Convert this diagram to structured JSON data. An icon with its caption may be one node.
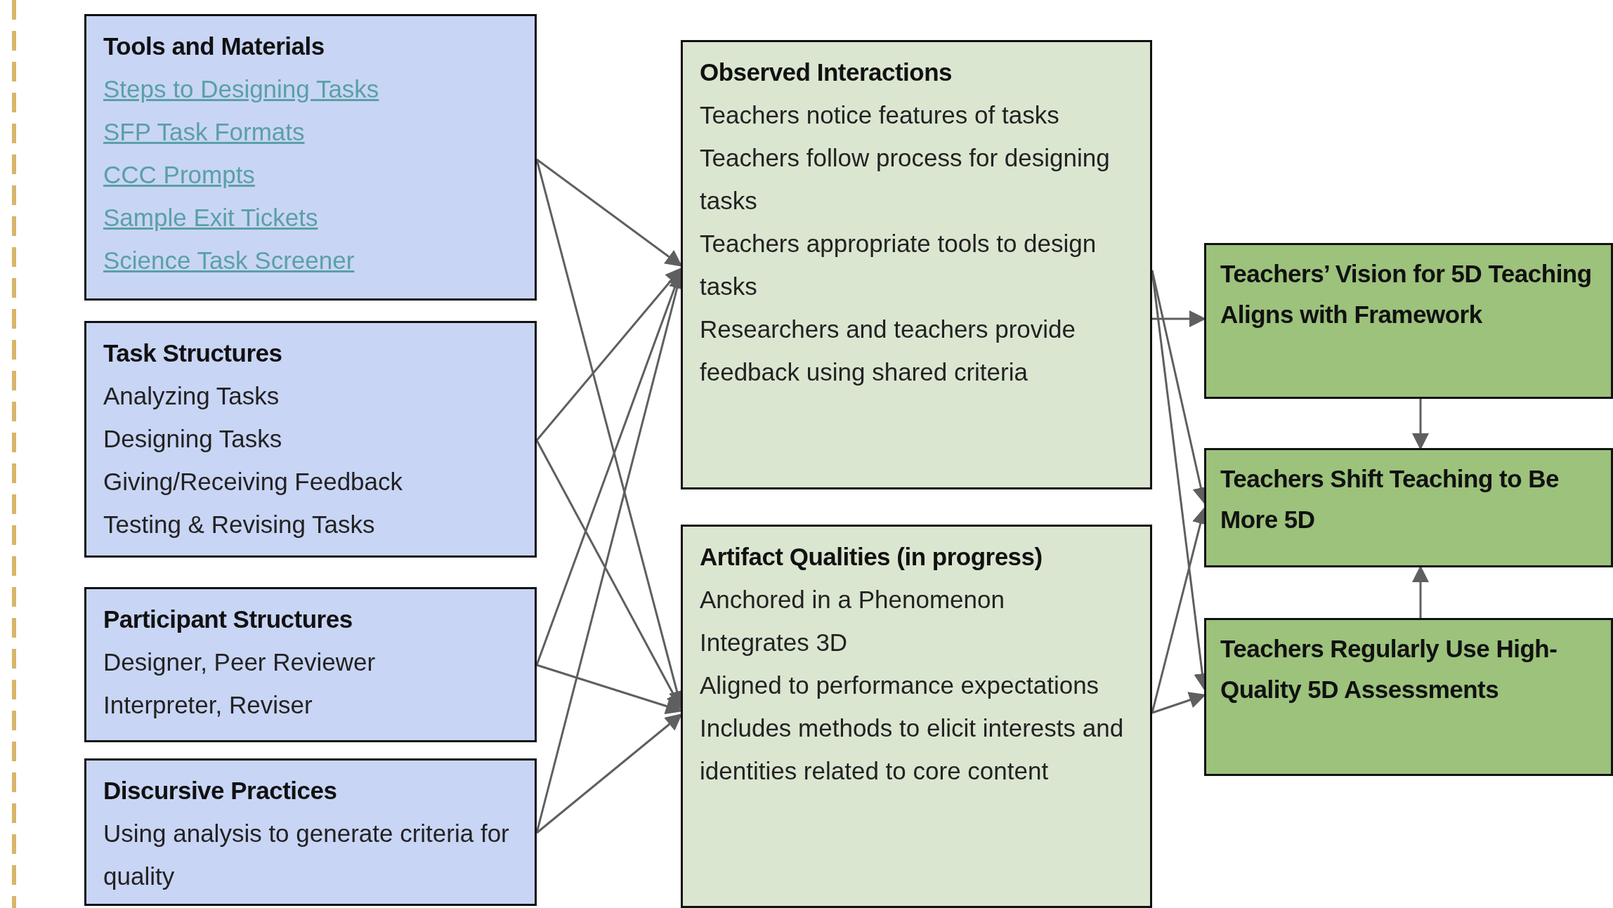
{
  "diagram": {
    "nodes": [
      {
        "text": [
          "Tools and Materials",
          "Steps to Designing Tasks",
          "SFP Task Formats",
          "CCC Prompts",
          "Sample Exit Tickets",
          "Science Task Screener"
        ]
      },
      {
        "text": [
          "Task Structures",
          "Analyzing Tasks",
          "Designing Tasks",
          "Giving/Receiving Feedback",
          "Testing & Revising Tasks"
        ]
      },
      {
        "text": [
          "Participant Structures",
          "Designer, Peer Reviewer",
          "Interpreter, Reviser"
        ]
      },
      {
        "text": [
          "Discursive Practices",
          "Using analysis to generate criteria for quality"
        ]
      },
      {
        "text": [
          "Observed Interactions",
          "Teachers notice features of tasks",
          "Teachers follow process for designing tasks",
          "Teachers appropriate tools to design tasks",
          "Researchers and teachers provide feedback using shared criteria"
        ]
      },
      {
        "text": [
          "Artifact Qualities (in progress)",
          "Anchored in a Phenomenon",
          "Integrates 3D",
          "Aligned to performance expectations",
          "Includes methods to elicit interests and identities related to core content"
        ]
      },
      {
        "text": [
          "Teachers’ Vision for 5D Teaching Aligns with Framework"
        ]
      },
      {
        "text": [
          "Teachers Shift Teaching to Be More 5D"
        ]
      },
      {
        "text": [
          "Teachers Regularly Use High-Quality 5D Assessments"
        ]
      }
    ],
    "edges": [
      {
        "from": 0,
        "to": 4,
        "arrow": "to"
      },
      {
        "from": 0,
        "to": 5,
        "arrow": "to"
      },
      {
        "from": 1,
        "to": 4,
        "arrow": "to"
      },
      {
        "from": 1,
        "to": 5,
        "arrow": "to"
      },
      {
        "from": 2,
        "to": 4,
        "arrow": "to"
      },
      {
        "from": 2,
        "to": 5,
        "arrow": "to"
      },
      {
        "from": 3,
        "to": 4,
        "arrow": "to"
      },
      {
        "from": 3,
        "to": 5,
        "arrow": "to"
      },
      {
        "from": 4,
        "to": 6,
        "arrow": "to"
      },
      {
        "from": 4,
        "to": 7,
        "arrow": "to"
      },
      {
        "from": 4,
        "to": 8,
        "arrow": "to"
      },
      {
        "from": 5,
        "to": 7,
        "arrow": "to"
      },
      {
        "from": 5,
        "to": 8,
        "arrow": "to"
      },
      {
        "from": 6,
        "to": 7,
        "arrow": "to"
      },
      {
        "from": 8,
        "to": 7,
        "arrow": "to"
      }
    ]
  }
}
